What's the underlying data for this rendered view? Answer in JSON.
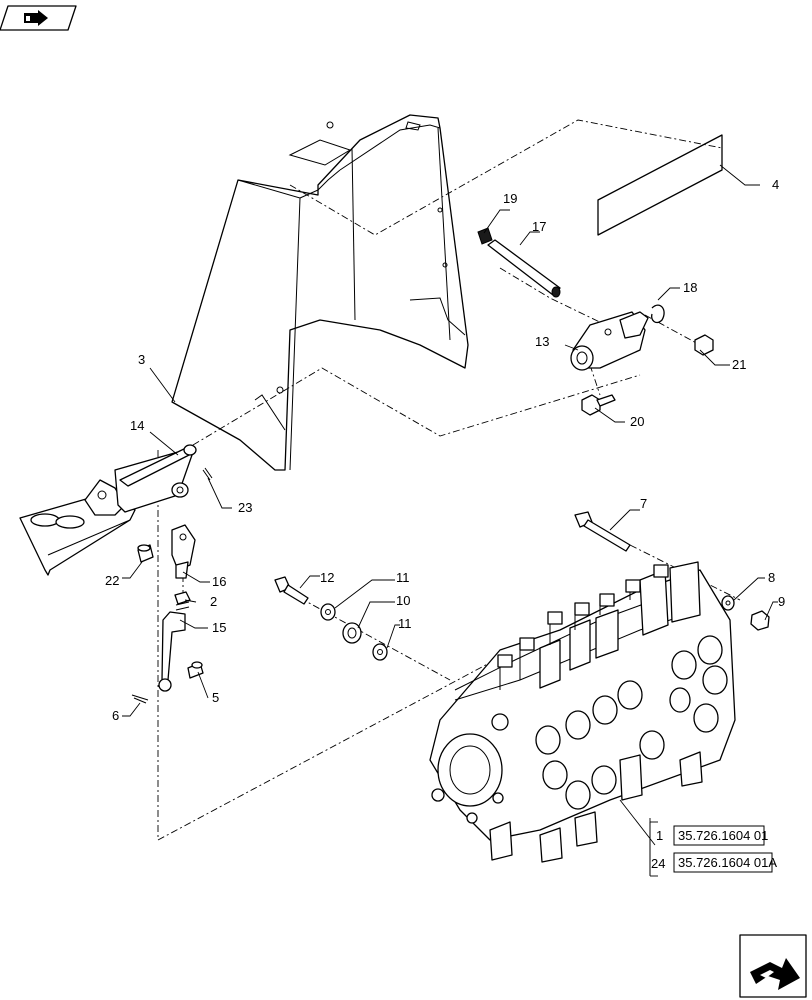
{
  "nav_icons": {
    "top_left": "navigate-back-icon",
    "bottom_right": "navigate-forward-icon"
  },
  "callouts": {
    "c1": "1",
    "c2": "2",
    "c3": "3",
    "c4": "4",
    "c5": "5",
    "c6": "6",
    "c7": "7",
    "c8": "8",
    "c9": "9",
    "c10": "10",
    "c11a": "11",
    "c11b": "11",
    "c12": "12",
    "c13": "13",
    "c14": "14",
    "c15": "15",
    "c16": "16",
    "c17": "17",
    "c18": "18",
    "c19": "19",
    "c20": "20",
    "c21": "21",
    "c22": "22",
    "c23": "23",
    "c24": "24"
  },
  "references": {
    "ref1": "35.726.1604 01",
    "ref24": "35.726.1604 01A"
  }
}
